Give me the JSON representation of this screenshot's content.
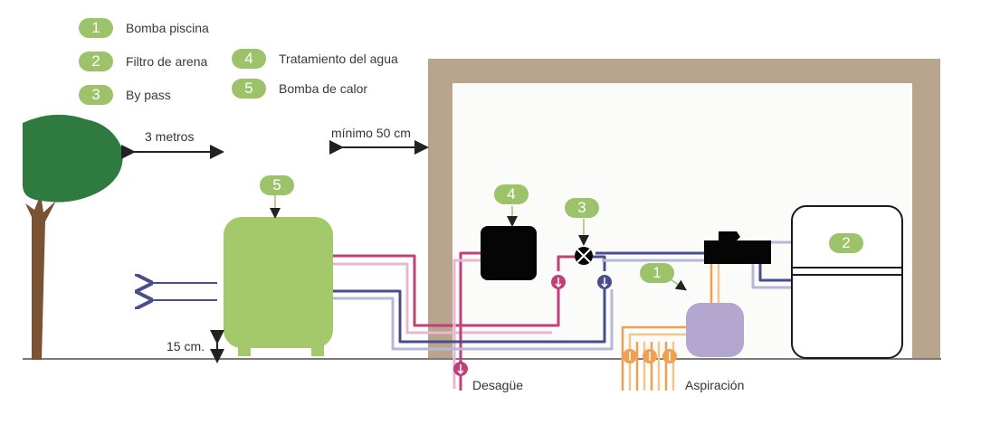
{
  "legend": [
    {
      "num": "1",
      "label": "Bomba piscina"
    },
    {
      "num": "2",
      "label": "Filtro de arena"
    },
    {
      "num": "3",
      "label": "By pass"
    },
    {
      "num": "4",
      "label": "Tratamiento del agua"
    },
    {
      "num": "5",
      "label": "Bomba de calor"
    }
  ],
  "dimensions": {
    "tree_distance": "3 metros",
    "wall_distance": "mínimo 50 cm",
    "base_height": "15 cm."
  },
  "labels": {
    "drain": "Desagüe",
    "suction": "Aspiración"
  },
  "markers": {
    "heat_pump": "5",
    "water_treatment": "4",
    "bypass": "3",
    "pool_pump": "1",
    "sand_filter": "2"
  },
  "colors": {
    "badge_green": "#9cc36a",
    "heat_pump_green": "#a4c96a",
    "building": "#b9a48e",
    "tree_green": "#2f7a3f",
    "trunk": "#7a5234",
    "hot_pipe": "#c0407a",
    "cold_pipe": "#4a4d8c",
    "suction_pipe": "#f0a050",
    "pump_purple": "#b3a6cf"
  }
}
